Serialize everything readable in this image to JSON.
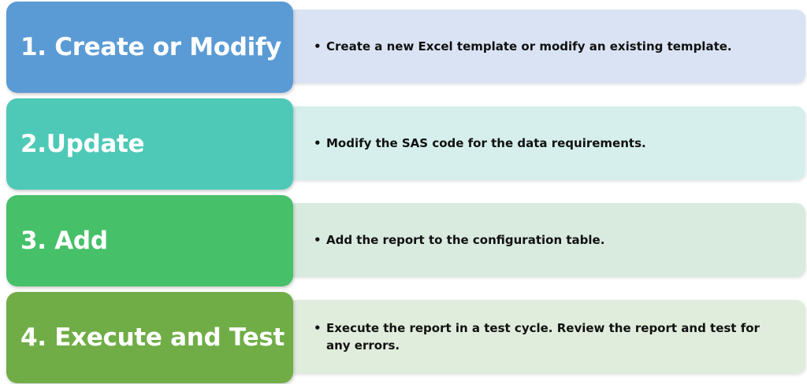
{
  "steps": [
    {
      "title": "1. Create or Modify",
      "bullet": "Create a new Excel template or modify an existing template.",
      "title_color": "#5b9bd5",
      "desc_color": "#dae3f3"
    },
    {
      "title": "2.Update",
      "bullet": "Modify the SAS code for the data requirements.",
      "title_color": "#4ec9b7",
      "desc_color": "#d6efec"
    },
    {
      "title": "3. Add",
      "bullet": "Add the report to the configuration table.",
      "title_color": "#47c06a",
      "desc_color": "#d9eadf"
    },
    {
      "title": "4. Execute and Test",
      "bullet": "Execute the report in a test cycle. Review the report and test for any errors.",
      "title_color": "#70ad47",
      "desc_color": "#e0ecdc"
    }
  ]
}
